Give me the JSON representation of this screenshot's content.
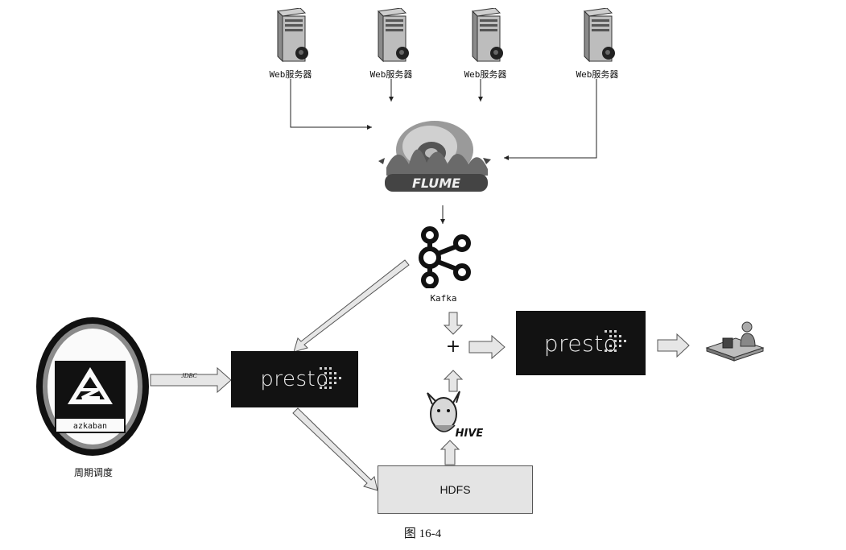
{
  "servers": [
    {
      "label": "Web服务器"
    },
    {
      "label": "Web服务器"
    },
    {
      "label": "Web服务器"
    },
    {
      "label": "Web服务器"
    }
  ],
  "flume": {
    "logo_text": "FLUME"
  },
  "kafka": {
    "label": "Kafka"
  },
  "presto_left": {
    "label": "presto"
  },
  "presto_right": {
    "label": "presto"
  },
  "azkaban": {
    "logo_text": "azkaban",
    "caption": "周期调度"
  },
  "jdbc": {
    "label": "JDBC"
  },
  "hive": {
    "logo_text": "HIVE"
  },
  "hdfs": {
    "label": "HDFS"
  },
  "plus": {
    "symbol": "+"
  },
  "figure": {
    "caption": "图 16-4"
  },
  "colors": {
    "presto_bg": "#121212",
    "hdfs_bg": "#e4e4e4",
    "arrow_fill": "#e6e6e6"
  }
}
